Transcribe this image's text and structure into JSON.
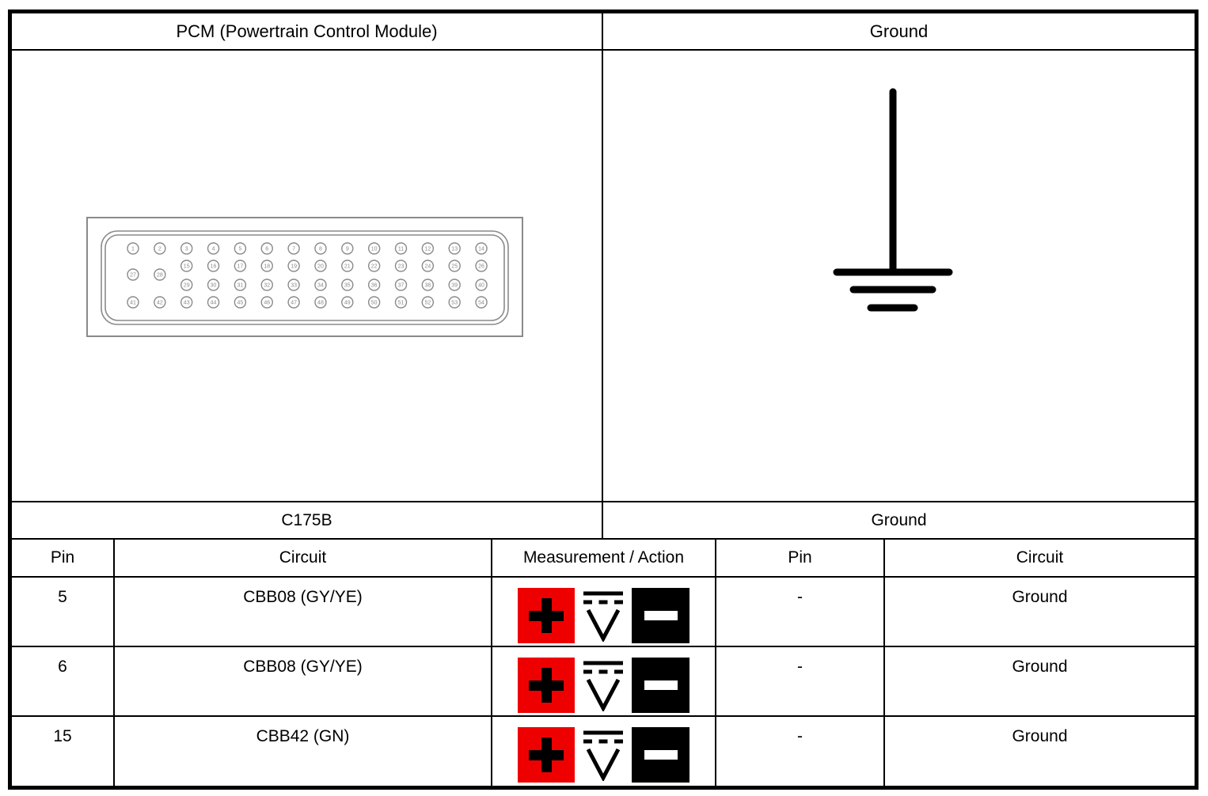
{
  "header": {
    "left_title": "PCM (Powertrain Control Module)",
    "right_title": "Ground"
  },
  "connector": {
    "label": "C175B",
    "pin_rows": [
      {
        "position": "top-full",
        "pins": [
          1,
          2,
          3,
          4,
          5,
          6,
          7,
          8,
          9,
          10,
          11,
          12,
          13,
          14
        ]
      },
      {
        "position": "upper-right",
        "pins": [
          15,
          16,
          17,
          18,
          19,
          20,
          21,
          22,
          23,
          24,
          25,
          26
        ]
      },
      {
        "position": "middle-left",
        "pins": [
          27,
          28
        ]
      },
      {
        "position": "lower-right",
        "pins": [
          29,
          30,
          31,
          32,
          33,
          34,
          35,
          36,
          37,
          38,
          39,
          40
        ]
      },
      {
        "position": "bottom-full",
        "pins": [
          41,
          42,
          43,
          44,
          45,
          46,
          47,
          48,
          49,
          50,
          51,
          52,
          53,
          54
        ]
      }
    ]
  },
  "ground": {
    "section_label": "Ground",
    "symbol": "ground-symbol"
  },
  "table": {
    "columns": [
      "Pin",
      "Circuit",
      "Measurement / Action",
      "Pin",
      "Circuit"
    ],
    "measurement_icons": [
      "positive-lead-icon",
      "dc-voltmeter-icon",
      "negative-lead-icon"
    ],
    "rows": [
      {
        "pin": "5",
        "circuit": "CBB08 (GY/YE)",
        "ground_pin": "-",
        "ground_circuit": "Ground"
      },
      {
        "pin": "6",
        "circuit": "CBB08 (GY/YE)",
        "ground_pin": "-",
        "ground_circuit": "Ground"
      },
      {
        "pin": "15",
        "circuit": "CBB42 (GN)",
        "ground_pin": "-",
        "ground_circuit": "Ground"
      }
    ]
  },
  "colors": {
    "positive_lead": "#ee0000",
    "negative_lead": "#000000",
    "connector_outline": "#8a8a8a",
    "line": "#000000"
  }
}
